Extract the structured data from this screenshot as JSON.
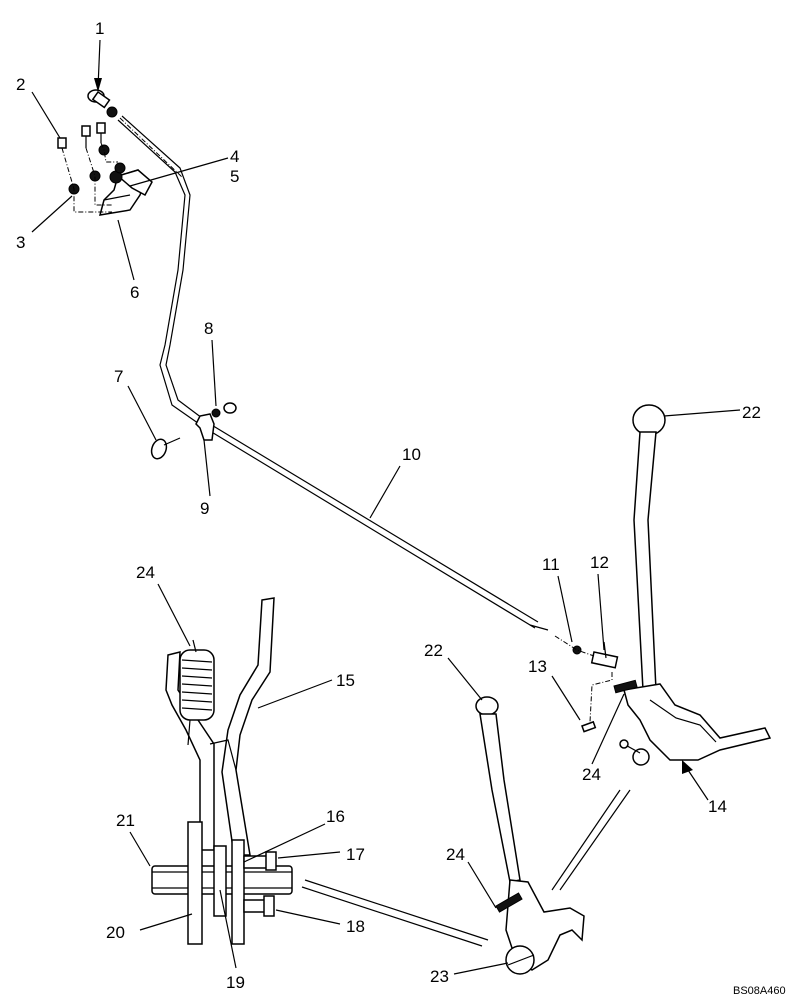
{
  "callouts": [
    {
      "id": "c1",
      "text": "1"
    },
    {
      "id": "c2",
      "text": "2"
    },
    {
      "id": "c3",
      "text": "3"
    },
    {
      "id": "c4",
      "text": "4"
    },
    {
      "id": "c5",
      "text": "5"
    },
    {
      "id": "c6",
      "text": "6"
    },
    {
      "id": "c7",
      "text": "7"
    },
    {
      "id": "c8",
      "text": "8"
    },
    {
      "id": "c9",
      "text": "9"
    },
    {
      "id": "c10",
      "text": "10"
    },
    {
      "id": "c11",
      "text": "11"
    },
    {
      "id": "c12",
      "text": "12"
    },
    {
      "id": "c13",
      "text": "13"
    },
    {
      "id": "c14",
      "text": "14"
    },
    {
      "id": "c15",
      "text": "15"
    },
    {
      "id": "c16",
      "text": "16"
    },
    {
      "id": "c17",
      "text": "17"
    },
    {
      "id": "c18",
      "text": "18"
    },
    {
      "id": "c19",
      "text": "19"
    },
    {
      "id": "c20",
      "text": "20"
    },
    {
      "id": "c21",
      "text": "21"
    },
    {
      "id": "c22a",
      "text": "22"
    },
    {
      "id": "c22b",
      "text": "22"
    },
    {
      "id": "c23",
      "text": "23"
    },
    {
      "id": "c24a",
      "text": "24"
    },
    {
      "id": "c24b",
      "text": "24"
    },
    {
      "id": "c24c",
      "text": "24"
    }
  ],
  "reference_code": "BS08A460"
}
